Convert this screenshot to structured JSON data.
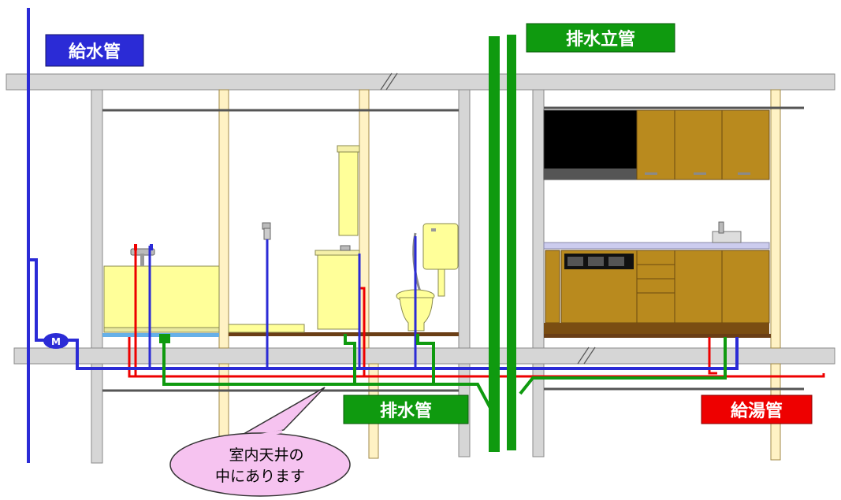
{
  "labels": {
    "supply_pipe": "給水管",
    "drain_stack": "排水立管",
    "drain_pipe": "排水管",
    "hot_water_pipe": "給湯管",
    "meter": "M"
  },
  "callout": {
    "line1": "室内天井の",
    "line2": "中にあります"
  },
  "colors": {
    "supply": "#2b2bd6",
    "drain": "#0f9a0f",
    "hot": "#ee0000",
    "structure": "#d6d6d6",
    "cabinet": "#b98a1e",
    "fixture": "#ffff99",
    "callout_fill": "#f6c3f0"
  }
}
